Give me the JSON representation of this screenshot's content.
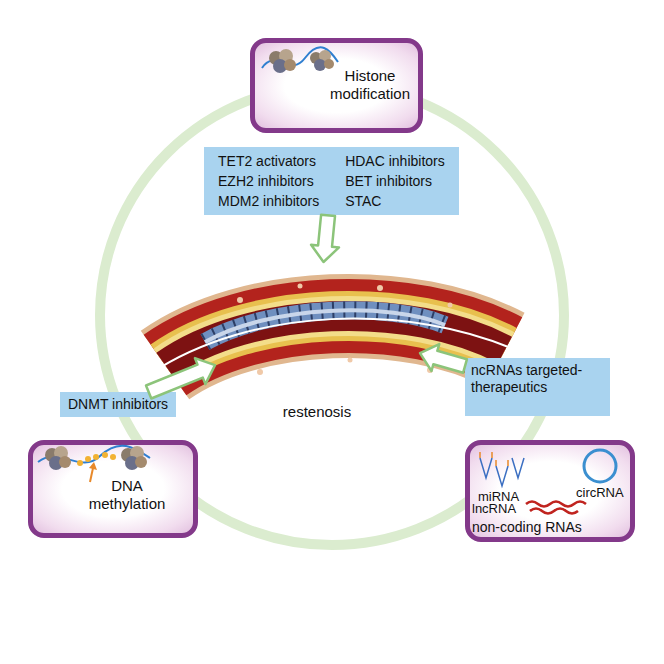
{
  "diagram": {
    "nodes": [
      {
        "text": [
          "Histone modification"
        ]
      },
      {
        "text": [
          "TET2 activators",
          "HDAC inhibitors",
          "EZH2 inhibitors",
          "BET inhibitors",
          "MDM2 inhibitors",
          "STAC"
        ]
      },
      {
        "text": [
          "restenosis"
        ]
      },
      {
        "text": [
          "DNMT inhibitors"
        ]
      },
      {
        "text": [
          "ncRNAs targeted-therapeutics"
        ]
      },
      {
        "text": [
          "DNA methylation"
        ]
      },
      {
        "text": [
          "miRNA",
          "circRNA",
          "lncRNA",
          "non-coding RNAs"
        ]
      }
    ],
    "edges": [
      {
        "from": 1,
        "to": 2,
        "arrow": "to"
      },
      {
        "from": 3,
        "to": 2,
        "arrow": "to"
      },
      {
        "from": 4,
        "to": 2,
        "arrow": "to"
      }
    ]
  }
}
